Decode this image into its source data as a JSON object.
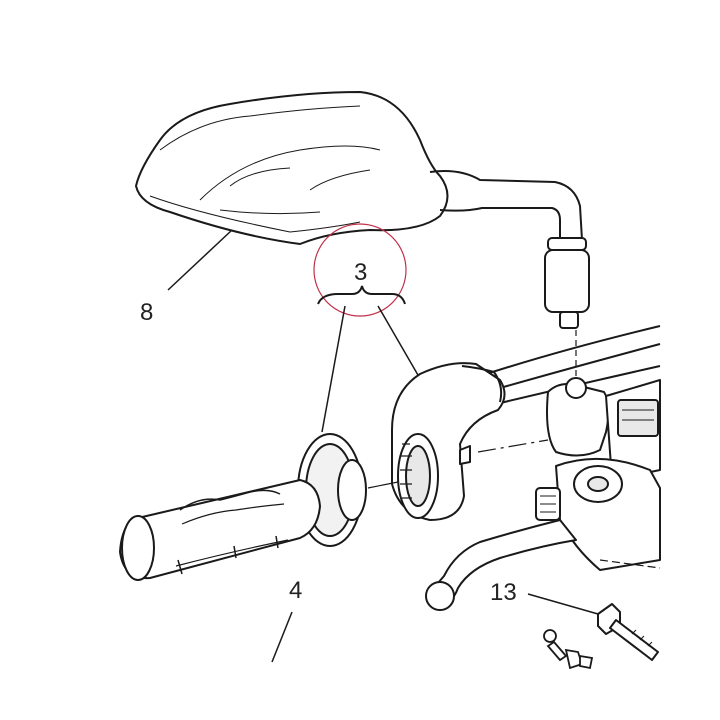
{
  "diagram": {
    "callouts": [
      {
        "id": "mirror",
        "label": "8"
      },
      {
        "id": "throttle-assembly",
        "label": "3"
      },
      {
        "id": "grip",
        "label": "4"
      },
      {
        "id": "bolt",
        "label": "13"
      }
    ],
    "colors": {
      "line": "#1a1a1a",
      "highlight_circle": "#c0304a",
      "fill": "#ffffff",
      "shade": "#e8e8e8"
    }
  }
}
